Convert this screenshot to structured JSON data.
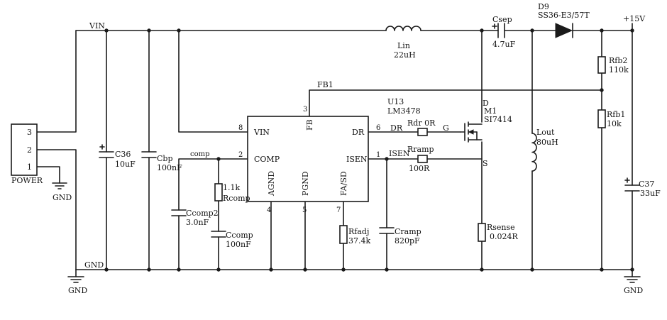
{
  "nets": {
    "vin": "VIN",
    "gnd": "GND",
    "fb1": "FB1",
    "comp": "comp",
    "dr": "DR",
    "isen": "ISEN",
    "out": "+15V"
  },
  "power_connector": {
    "name": "POWER",
    "pins": [
      "3",
      "2",
      "1"
    ],
    "gnd": "GND"
  },
  "c36": {
    "name": "C36",
    "value": "10uF"
  },
  "cbp": {
    "name": "Cbp",
    "value": "100nF"
  },
  "u13": {
    "designator": "U13",
    "part": "LM3478",
    "pins": {
      "vin": "VIN",
      "comp": "COMP",
      "fb": "FB",
      "dr": "DR",
      "isen": "ISEN",
      "agnd": "AGND",
      "pgnd": "PGND",
      "fasd": "FA/SD"
    },
    "pin_numbers": {
      "vin": "8",
      "comp": "2",
      "fb": "3",
      "dr": "6",
      "isen": "1",
      "agnd": "4",
      "pgnd": "5",
      "fasd": "7"
    }
  },
  "rcomp": {
    "name": "Rcomp",
    "value": "1.1k"
  },
  "ccomp2": {
    "name": "Ccomp2",
    "value": "3.0nF"
  },
  "ccomp": {
    "name": "Ccomp",
    "value": "100nF"
  },
  "rfadj": {
    "name": "Rfadj",
    "value": "37.4k"
  },
  "cramp": {
    "name": "Cramp",
    "value": "820pF"
  },
  "rramp": {
    "name": "Rramp",
    "value": "100R"
  },
  "rdr": {
    "label": "Rdr 0R"
  },
  "m1": {
    "name": "M1",
    "part": "SI7414",
    "d": "D",
    "g": "G",
    "s": "S"
  },
  "rsense": {
    "name": "Rsense",
    "value": "0.024R"
  },
  "lin": {
    "name": "Lin",
    "value": "22uH"
  },
  "csep": {
    "name": "Csep",
    "value": "4.7uF"
  },
  "d9": {
    "name": "D9",
    "part": "SS36-E3/57T"
  },
  "lout": {
    "name": "Lout",
    "value": "80uH"
  },
  "rfb2": {
    "name": "Rfb2",
    "value": "110k"
  },
  "rfb1": {
    "name": "Rfb1",
    "value": "10k"
  },
  "c37": {
    "name": "C37",
    "value": "33uF"
  },
  "gnd_left": "GND",
  "gnd_right": "GND"
}
